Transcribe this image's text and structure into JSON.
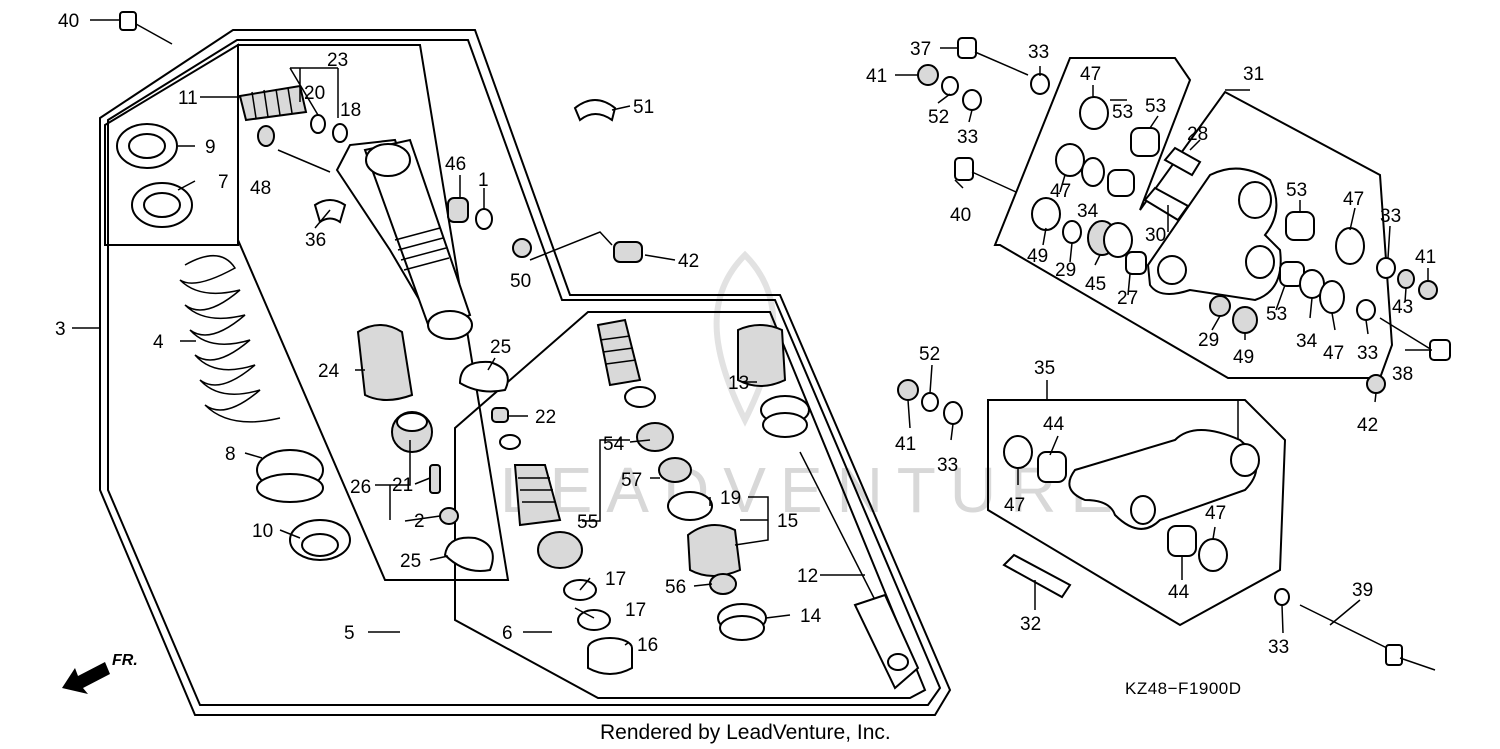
{
  "diagram_code": "KZ48−F1900D",
  "credit": "Rendered by LeadVenture, Inc.",
  "watermark": "LEADVENTURE",
  "front_marker": "FR.",
  "callouts": [
    {
      "id": "c40a",
      "text": "40"
    },
    {
      "id": "c11",
      "text": "11"
    },
    {
      "id": "c23",
      "text": "23"
    },
    {
      "id": "c20",
      "text": "20"
    },
    {
      "id": "c18",
      "text": "18"
    },
    {
      "id": "c9",
      "text": "9"
    },
    {
      "id": "c7",
      "text": "7"
    },
    {
      "id": "c48",
      "text": "48"
    },
    {
      "id": "c46",
      "text": "46"
    },
    {
      "id": "c1",
      "text": "1"
    },
    {
      "id": "c36",
      "text": "36"
    },
    {
      "id": "c51",
      "text": "51"
    },
    {
      "id": "c50",
      "text": "50"
    },
    {
      "id": "c42a",
      "text": "42"
    },
    {
      "id": "c3",
      "text": "3"
    },
    {
      "id": "c4",
      "text": "4"
    },
    {
      "id": "c24",
      "text": "24"
    },
    {
      "id": "c25a",
      "text": "25"
    },
    {
      "id": "c22",
      "text": "22"
    },
    {
      "id": "c13",
      "text": "13"
    },
    {
      "id": "c8",
      "text": "8"
    },
    {
      "id": "c26",
      "text": "26"
    },
    {
      "id": "c21",
      "text": "21"
    },
    {
      "id": "c54",
      "text": "54"
    },
    {
      "id": "c57",
      "text": "57"
    },
    {
      "id": "c19",
      "text": "19"
    },
    {
      "id": "c15",
      "text": "15"
    },
    {
      "id": "c10",
      "text": "10"
    },
    {
      "id": "c2",
      "text": "2"
    },
    {
      "id": "c55",
      "text": "55"
    },
    {
      "id": "c25b",
      "text": "25"
    },
    {
      "id": "c17a",
      "text": "17"
    },
    {
      "id": "c56",
      "text": "56"
    },
    {
      "id": "c12",
      "text": "12"
    },
    {
      "id": "c17b",
      "text": "17"
    },
    {
      "id": "c14",
      "text": "14"
    },
    {
      "id": "c5",
      "text": "5"
    },
    {
      "id": "c6",
      "text": "6"
    },
    {
      "id": "c16",
      "text": "16"
    },
    {
      "id": "c37",
      "text": "37"
    },
    {
      "id": "c33a",
      "text": "33"
    },
    {
      "id": "c41a",
      "text": "41"
    },
    {
      "id": "c47a",
      "text": "47"
    },
    {
      "id": "c31",
      "text": "31"
    },
    {
      "id": "c52a",
      "text": "52"
    },
    {
      "id": "c33b",
      "text": "33"
    },
    {
      "id": "c53a",
      "text": "53"
    },
    {
      "id": "c53b",
      "text": "53"
    },
    {
      "id": "c28",
      "text": "28"
    },
    {
      "id": "c40b",
      "text": "40"
    },
    {
      "id": "c47b",
      "text": "47"
    },
    {
      "id": "c34a",
      "text": "34"
    },
    {
      "id": "c53c",
      "text": "53"
    },
    {
      "id": "c47c",
      "text": "47"
    },
    {
      "id": "c33c",
      "text": "33"
    },
    {
      "id": "c30",
      "text": "30"
    },
    {
      "id": "c49a",
      "text": "49"
    },
    {
      "id": "c29a",
      "text": "29"
    },
    {
      "id": "c45",
      "text": "45"
    },
    {
      "id": "c27",
      "text": "27"
    },
    {
      "id": "c41b",
      "text": "41"
    },
    {
      "id": "c43",
      "text": "43"
    },
    {
      "id": "c53d",
      "text": "53"
    },
    {
      "id": "c29b",
      "text": "29"
    },
    {
      "id": "c49b",
      "text": "49"
    },
    {
      "id": "c34b",
      "text": "34"
    },
    {
      "id": "c47d",
      "text": "47"
    },
    {
      "id": "c33d",
      "text": "33"
    },
    {
      "id": "c38",
      "text": "38"
    },
    {
      "id": "c52b",
      "text": "52"
    },
    {
      "id": "c35",
      "text": "35"
    },
    {
      "id": "c41c",
      "text": "41"
    },
    {
      "id": "c42b",
      "text": "42"
    },
    {
      "id": "c44a",
      "text": "44"
    },
    {
      "id": "c33e",
      "text": "33"
    },
    {
      "id": "c47e",
      "text": "47"
    },
    {
      "id": "c47f",
      "text": "47"
    },
    {
      "id": "c39",
      "text": "39"
    },
    {
      "id": "c44b",
      "text": "44"
    },
    {
      "id": "c32",
      "text": "32"
    },
    {
      "id": "c33f",
      "text": "33"
    }
  ]
}
